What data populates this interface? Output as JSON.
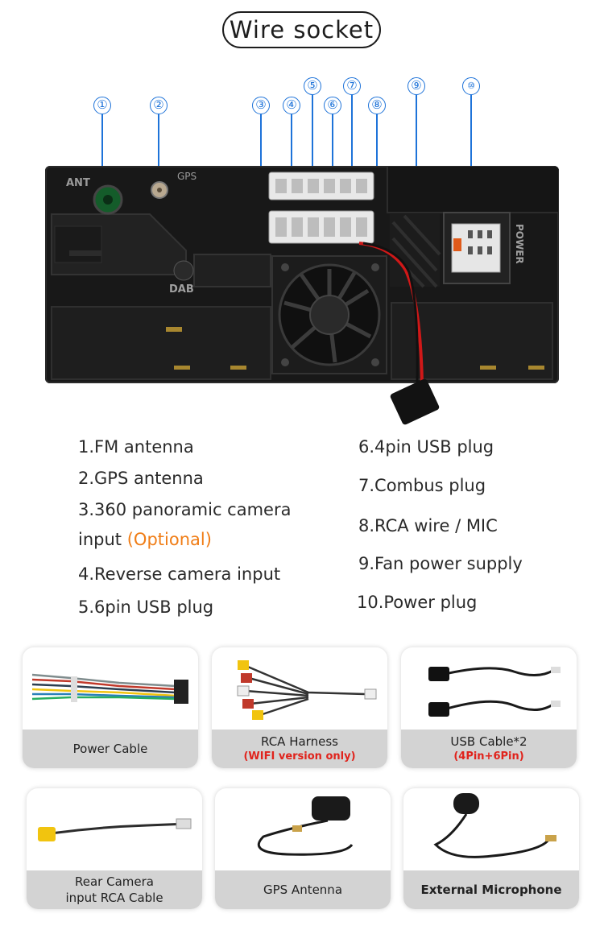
{
  "title": "Wire socket",
  "device_labels": {
    "ant": "ANT",
    "gps": "GPS",
    "dab": "DAB",
    "power": "POWER"
  },
  "callouts": [
    "①",
    "②",
    "③",
    "④",
    "⑤",
    "⑥",
    "⑦",
    "⑧",
    "⑨",
    "⑩"
  ],
  "legend": [
    "1.FM antenna",
    "2.GPS antenna",
    "3.360 panoramic camera",
    "input",
    "(Optional)",
    "4.Reverse camera input",
    "5.6pin USB plug",
    "6.4pin USB plug",
    "7.Combus plug",
    "8.RCA wire / MIC",
    "9.Fan power supply",
    "10.Power plug"
  ],
  "accessories": [
    {
      "label": "Power Cable",
      "sub": "",
      "icon": "power-cable-image"
    },
    {
      "label": "RCA Harness",
      "sub": "(WIFI version only)",
      "icon": "rca-harness-image"
    },
    {
      "label": "USB Cable*2",
      "sub": "(4Pin+6Pin)",
      "icon": "usb-cable-image"
    },
    {
      "label": "Rear Camera\ninput RCA Cable",
      "sub": "",
      "icon": "rear-camera-cable-image"
    },
    {
      "label": "GPS Antenna",
      "sub": "",
      "icon": "gps-antenna-image"
    },
    {
      "label": "External Microphone",
      "sub": "",
      "icon": "microphone-image"
    }
  ],
  "colors": {
    "callout": "#1e73d9",
    "optional": "#f07d16",
    "note_red": "#e0231c",
    "caption_bg": "#d3d3d3",
    "device_body": "#181818"
  }
}
